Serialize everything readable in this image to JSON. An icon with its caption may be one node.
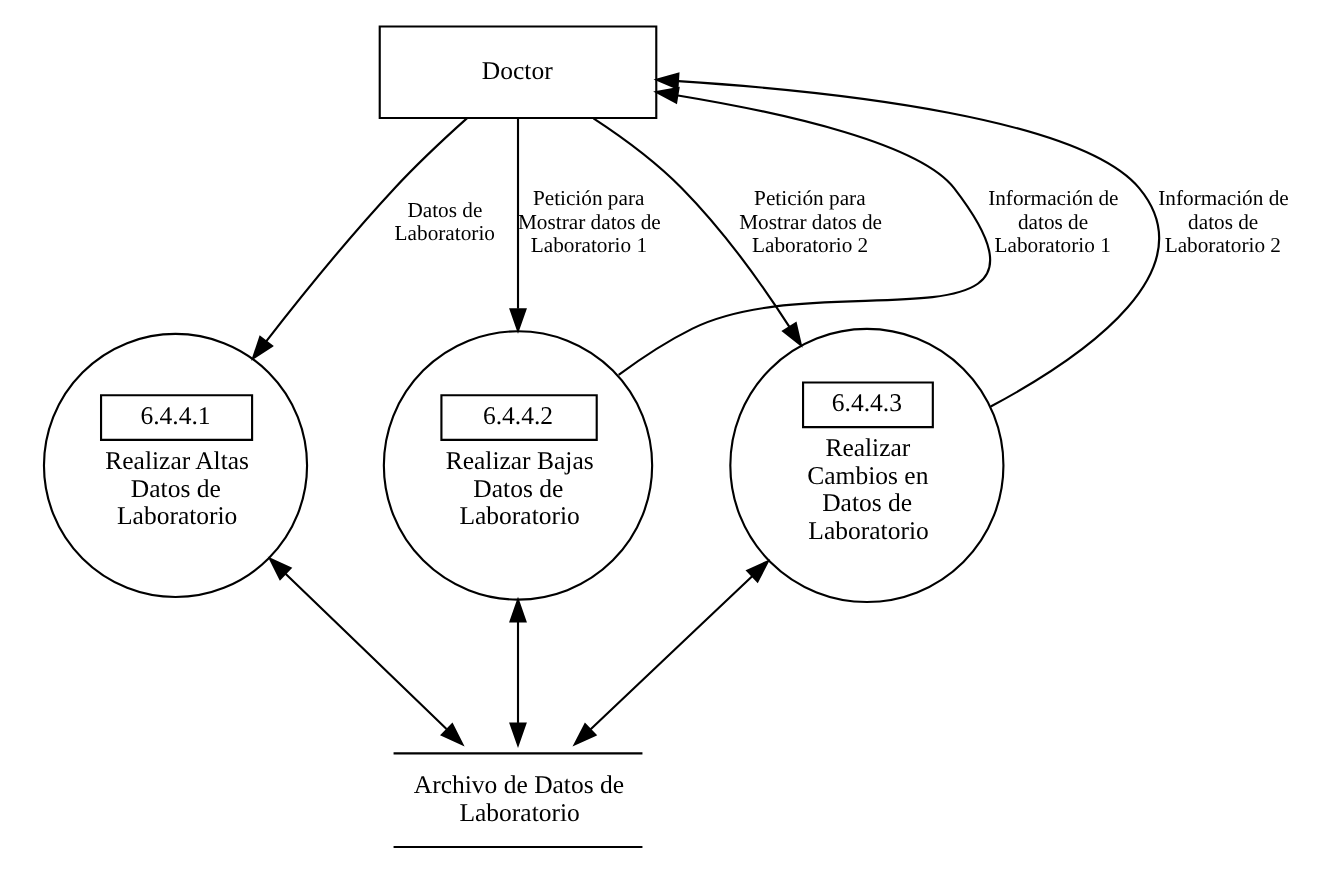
{
  "diagram": {
    "nodes": [
      {
        "text": [
          "Doctor"
        ]
      },
      {
        "text": [
          "6.4.4.1",
          "Realizar Altas Datos de Laboratorio"
        ]
      },
      {
        "text": [
          "6.4.4.2",
          "Realizar Bajas Datos de Laboratorio"
        ]
      },
      {
        "text": [
          "6.4.4.3",
          "Realizar Cambios en Datos de Laboratorio"
        ]
      },
      {
        "text": [
          "Archivo de Datos de Laboratorio"
        ]
      }
    ],
    "edges": [
      {
        "from": 0,
        "to": 1,
        "arrow": "to",
        "label": "Datos de Laboratorio"
      },
      {
        "from": 2,
        "to": 0,
        "arrow": "to",
        "label": "Información de datos de Laboratorio 1"
      },
      {
        "from": 0,
        "to": 2,
        "arrow": "to",
        "label": "Petición para Mostrar datos de Laboratorio 1"
      },
      {
        "from": 3,
        "to": 0,
        "arrow": "to",
        "label": "Información de datos de Laboratorio 2"
      },
      {
        "from": 0,
        "to": 3,
        "arrow": "to",
        "label": "Petición para Mostrar datos de Laboratorio 2"
      },
      {
        "from": 1,
        "to": 4,
        "arrow": "both"
      },
      {
        "from": 2,
        "to": 4,
        "arrow": "both"
      },
      {
        "from": 3,
        "to": 4,
        "arrow": "both"
      }
    ]
  }
}
